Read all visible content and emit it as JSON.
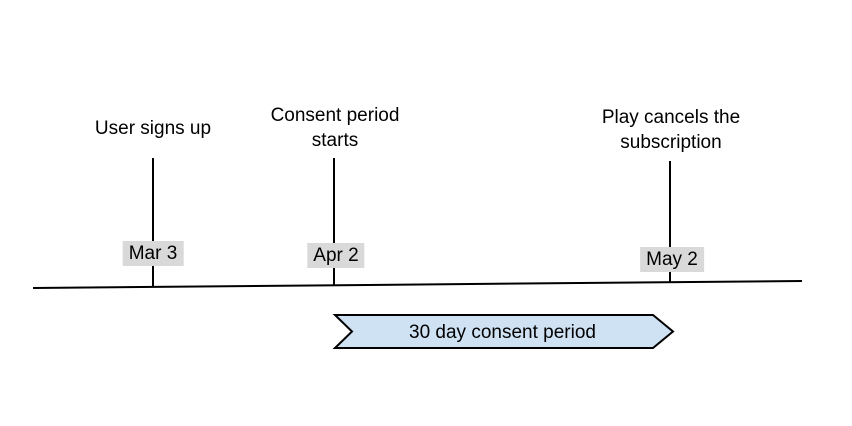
{
  "diagram": {
    "background_color": "#ffffff",
    "line_color": "#000000",
    "date_badge_background": "#d9d9d9",
    "events": [
      {
        "title": "User signs up",
        "title_lines": [
          "User signs up"
        ],
        "date": "Mar 3"
      },
      {
        "title": "Consent period starts",
        "title_lines": [
          "Consent period",
          "starts"
        ],
        "date": "Apr 2"
      },
      {
        "title": "Play cancels the subscription",
        "title_lines": [
          "Play cancels the",
          "subscription"
        ],
        "date": "May 2"
      }
    ],
    "period_banner": {
      "label": "30 day consent period",
      "fill": "#cfe2f3",
      "stroke": "#000000"
    }
  }
}
